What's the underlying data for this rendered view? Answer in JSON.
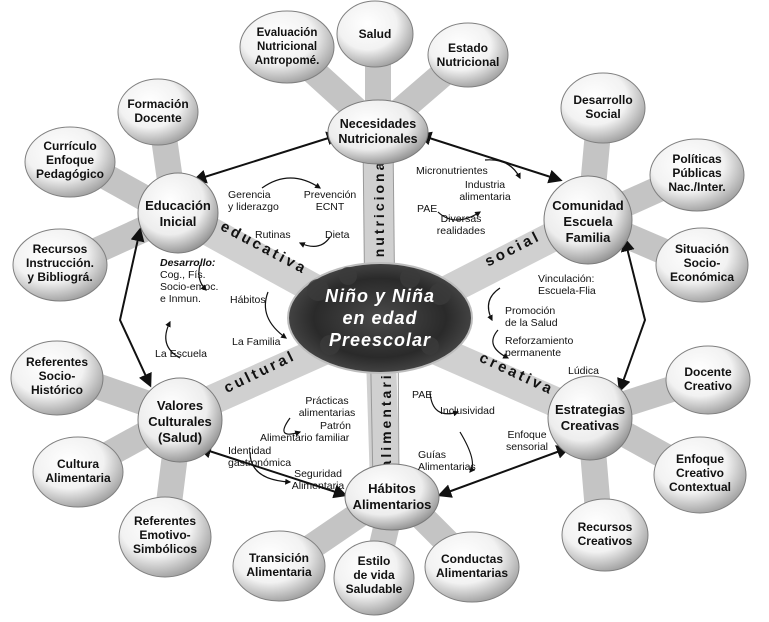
{
  "center": {
    "lines": [
      "Niño y Niña",
      "en edad",
      "Preescolar"
    ]
  },
  "hubs": {
    "top": [
      "Necesidades",
      "Nutricionales"
    ],
    "left": [
      "Educación",
      "Inicial"
    ],
    "right": [
      "Comunidad",
      "Escuela",
      "Familia"
    ],
    "lower_left": [
      "Valores",
      "Culturales",
      "(Salud)"
    ],
    "lower_right": [
      "Estrategias",
      "Creativas"
    ],
    "bottom": [
      "Hábitos",
      "Alimentarios"
    ]
  },
  "satellites": {
    "top": [
      [
        "Evaluación",
        "Nutricional",
        "Antropomé."
      ],
      [
        "Salud"
      ],
      [
        "Estado",
        "Nutricional"
      ]
    ],
    "left": [
      [
        "Formación",
        "Docente"
      ],
      [
        "Currículo",
        "Enfoque",
        "Pedagógico"
      ],
      [
        "Recursos",
        "Instrucción.",
        "y Bibliográ."
      ]
    ],
    "right": [
      [
        "Desarrollo",
        "Social"
      ],
      [
        "Políticas",
        "Públicas",
        "Nac./Inter."
      ],
      [
        "Situación",
        "Socio-",
        "Económica"
      ]
    ],
    "lower_left": [
      [
        "Referentes",
        "Socio-",
        "Histórico"
      ],
      [
        "Cultura",
        "Alimentaria"
      ],
      [
        "Referentes",
        "Emotivo-",
        "Simbólicos"
      ]
    ],
    "lower_right": [
      [
        "Docente",
        "Creativo"
      ],
      [
        "Enfoque",
        "Creativo",
        "Contextual"
      ],
      [
        "Recursos",
        "Creativos"
      ]
    ],
    "bottom": [
      [
        "Transición",
        "Alimentaria"
      ],
      [
        "Estilo",
        "de vida",
        "Saludable"
      ],
      [
        "Conductas",
        "Alimentarias"
      ]
    ]
  },
  "axes": {
    "educativa": "educativa",
    "nutricional": "nutricional",
    "social": "social",
    "cultural": "cultural",
    "alimentaria": "alimentaria",
    "creativa": "creativa"
  },
  "notes": {
    "gerencia": [
      "Gerencia",
      "y liderazgo"
    ],
    "prevencion": [
      "Prevención",
      "ECNT"
    ],
    "rutinas": "Rutinas",
    "dieta": "Dieta",
    "desarrollo_title": "Desarrollo:",
    "desarrollo": [
      "Cog., Fís.",
      "Socio-emoc.",
      "e Inmun."
    ],
    "habitos": "Hábitos",
    "familia": "La Familia",
    "escuela": "La Escuela",
    "micronutrientes": "Micronutrientes",
    "industria": [
      "Industria",
      "alimentaria"
    ],
    "pae_top": "PAE",
    "diversas": [
      "Diversas",
      "realidades"
    ],
    "vinculacion": [
      "Vinculación:",
      "Escuela-Flia"
    ],
    "promocion": [
      "Promoción",
      "de la Salud"
    ],
    "reforzamiento": [
      "Reforzamiento",
      "permanente"
    ],
    "ludica": "Lúdica",
    "practicas": [
      "Prácticas",
      "alimentarias"
    ],
    "patron": "Patrón",
    "alimentario_familiar": "Alimentario familiar",
    "identidad": [
      "Identidad",
      "gastronómica"
    ],
    "seguridad": [
      "Seguridad",
      "Alimentaria"
    ],
    "pae_bottom": "PAE",
    "inclusividad": "Inclusividad",
    "enfoque_sensorial": [
      "Enfoque",
      "sensorial"
    ],
    "guias": [
      "Guías",
      "Alimentarias"
    ]
  }
}
